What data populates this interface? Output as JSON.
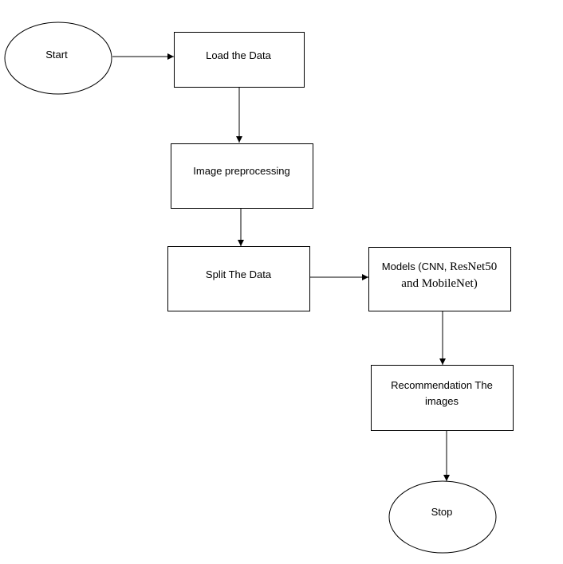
{
  "nodes": {
    "start": {
      "label": "Start"
    },
    "load": {
      "label": "Load the Data"
    },
    "preprocess": {
      "label": "Image preprocessing"
    },
    "split": {
      "label": "Split The Data"
    },
    "models": {
      "line1_a": "Models (CNN, ",
      "line1_b": "ResNet50",
      "line2": "and MobileNet)"
    },
    "recommend": {
      "line1": "Recommendation The",
      "line2": "images"
    },
    "stop": {
      "label": "Stop"
    }
  },
  "edges": [
    {
      "from": "start",
      "to": "load"
    },
    {
      "from": "load",
      "to": "preprocess"
    },
    {
      "from": "preprocess",
      "to": "split"
    },
    {
      "from": "split",
      "to": "models"
    },
    {
      "from": "models",
      "to": "recommend"
    },
    {
      "from": "recommend",
      "to": "stop"
    }
  ],
  "colors": {
    "stroke": "#000000",
    "fill": "#ffffff",
    "text": "#000000"
  }
}
